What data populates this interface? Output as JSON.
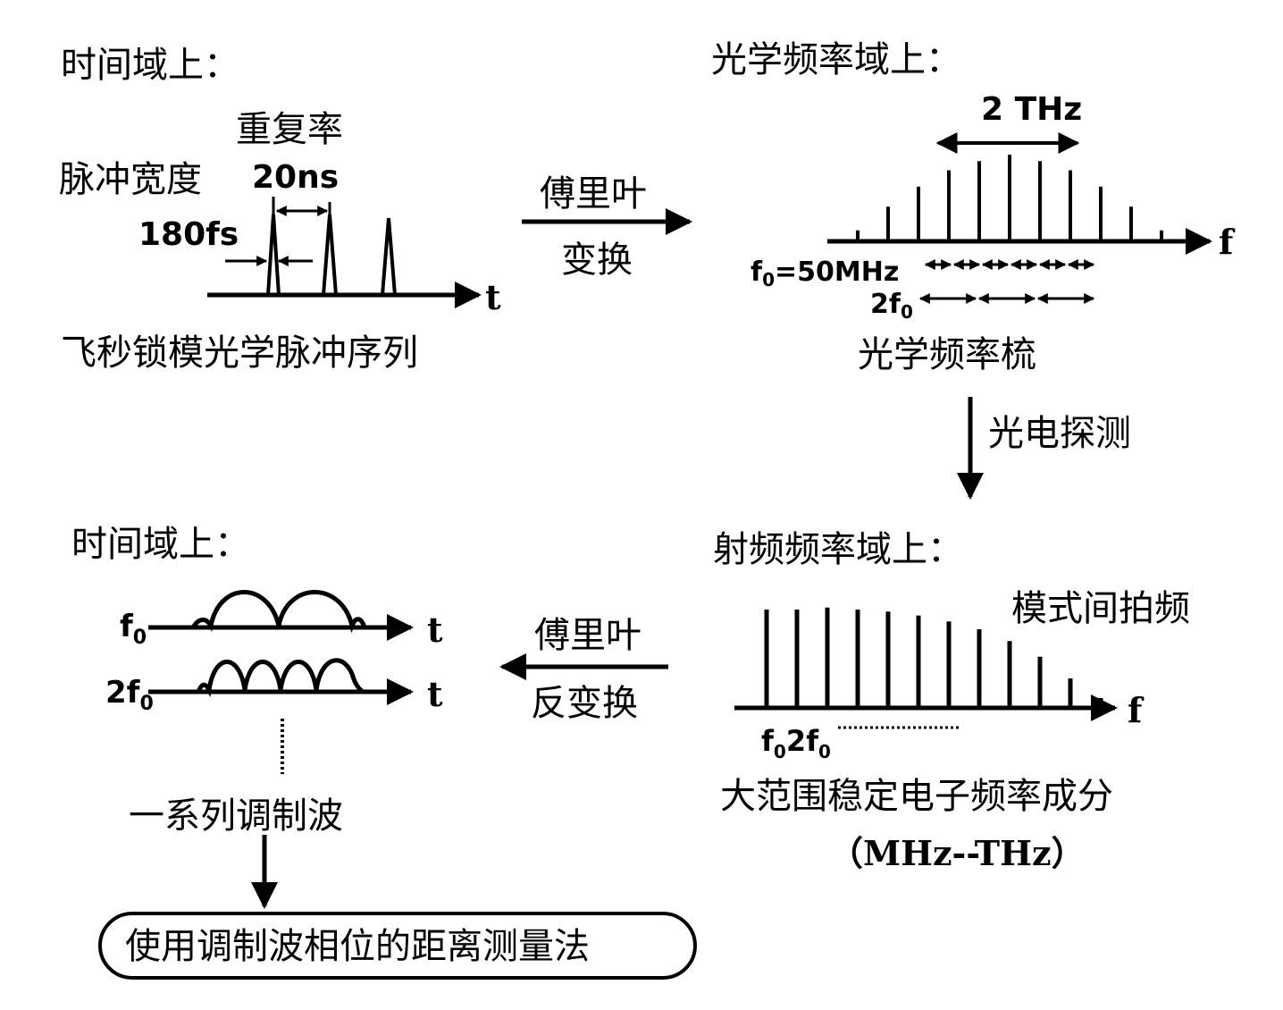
{
  "time_domain_top": {
    "title": "时间域上：",
    "rep_rate_label": "重复率",
    "pulse_width_label": "脉冲宽度",
    "rep_rate_value": "20ns",
    "pulse_width_value": "180fs",
    "axis_label": "t",
    "caption": "飞秒锁模光学脉冲序列"
  },
  "fourier_forward": {
    "line1": "傅里叶",
    "line2": "变换"
  },
  "optical_freq": {
    "title": "光学频率域上：",
    "span_label": "2 THz",
    "axis_label": "f",
    "f0_label": "f",
    "f0_sub": "0",
    "f0_value": "=50MHz",
    "two_f0_label": "2f",
    "two_f0_sub": "0",
    "caption": "光学频率梳",
    "comb_heights": [
      0.12,
      0.38,
      0.6,
      0.78,
      0.88,
      0.95,
      0.88,
      0.78,
      0.6,
      0.38,
      0.12
    ]
  },
  "photo_detection": {
    "label": "光电探测"
  },
  "rf_freq": {
    "title": "射频频率域上：",
    "beat_label": "模式间拍频",
    "axis_label": "f",
    "f0_label": "f",
    "f0_sub": "0",
    "two_f0_label": "2f",
    "two_f0_sub": "0",
    "caption": "大范围稳定电子频率成分",
    "range": "（MHz--THz）",
    "line_heights": [
      1.0,
      1.0,
      1.02,
      1.0,
      0.98,
      0.94,
      0.88,
      0.8,
      0.68,
      0.52,
      0.3,
      0.1
    ]
  },
  "fourier_inverse": {
    "line1": "傅里叶",
    "line2": "反变换"
  },
  "time_domain_bottom": {
    "title": "时间域上：",
    "wave1_label": "f",
    "wave1_sub": "0",
    "wave2_label": "2f",
    "wave2_sub": "0",
    "axis_label": "t",
    "caption": "一系列调制波"
  },
  "result": {
    "label": "使用调制波相位的距离测量法"
  }
}
